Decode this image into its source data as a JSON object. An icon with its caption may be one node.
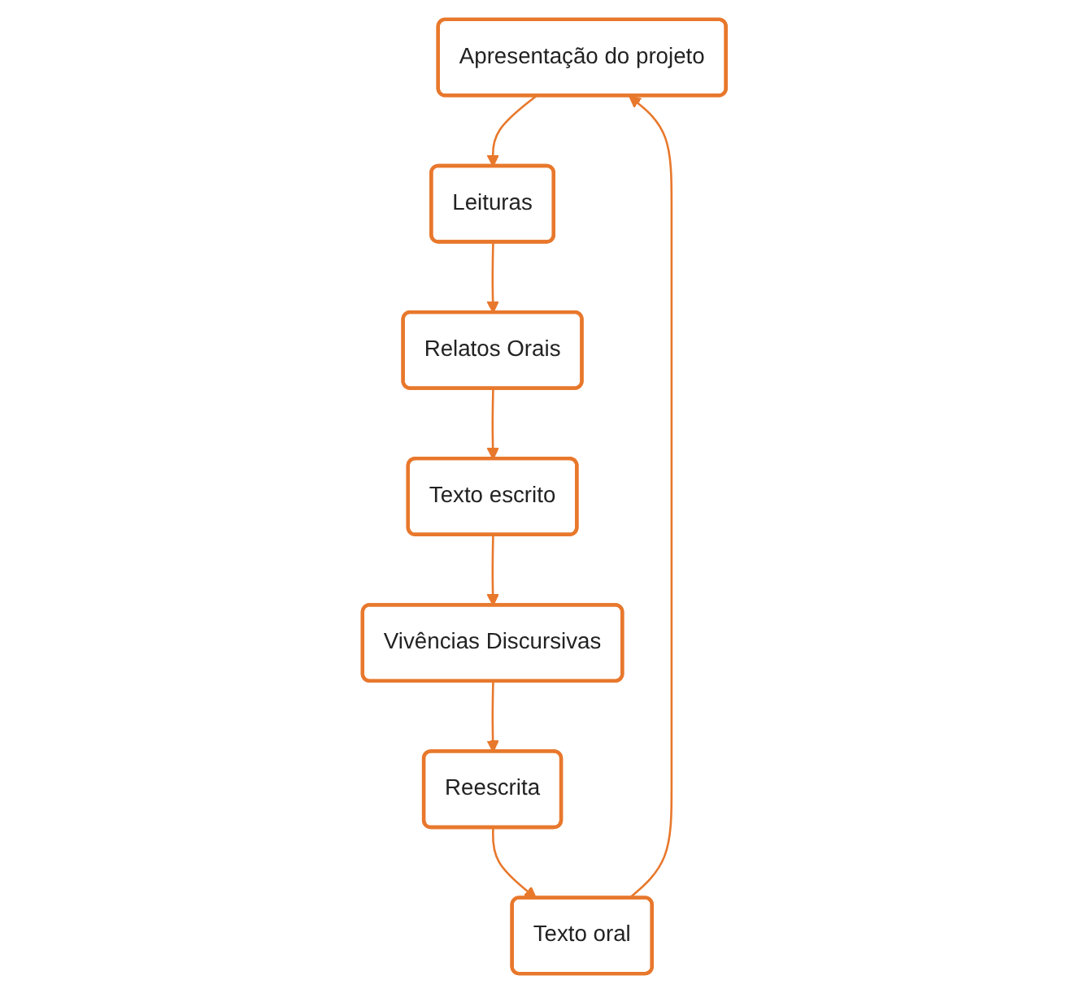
{
  "diagram": {
    "nodes": [
      {
        "text": [
          "Apresentação do projeto"
        ]
      },
      {
        "text": [
          "Leituras"
        ]
      },
      {
        "text": [
          "Relatos Orais"
        ]
      },
      {
        "text": [
          "Texto escrito"
        ]
      },
      {
        "text": [
          "Vivências Discursivas"
        ]
      },
      {
        "text": [
          "Reescrita"
        ]
      },
      {
        "text": [
          "Texto oral"
        ]
      }
    ],
    "edges": [
      {
        "from": 0,
        "to": 1,
        "arrow": "to"
      },
      {
        "from": 1,
        "to": 2,
        "arrow": "to"
      },
      {
        "from": 2,
        "to": 3,
        "arrow": "to"
      },
      {
        "from": 3,
        "to": 4,
        "arrow": "to"
      },
      {
        "from": 4,
        "to": 5,
        "arrow": "to"
      },
      {
        "from": 5,
        "to": 6,
        "arrow": "to"
      },
      {
        "from": 6,
        "to": 0,
        "arrow": "to"
      }
    ]
  }
}
